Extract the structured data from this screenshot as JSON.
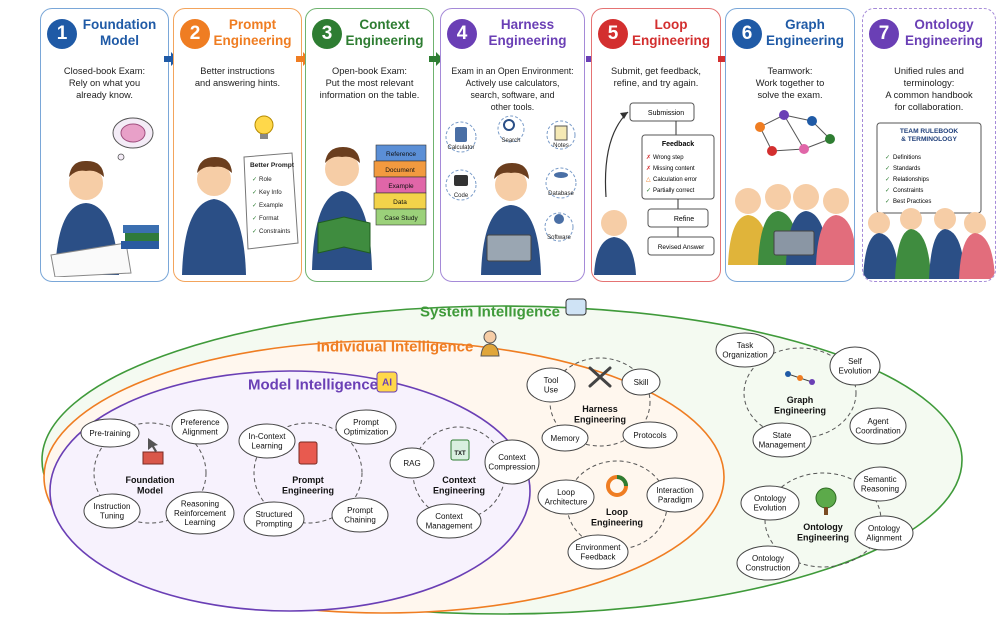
{
  "panels": [
    {
      "num": "1",
      "title": "Foundation\nModel",
      "desc": "Closed-book Exam:\nRely on what you\nalready know.",
      "color": "#1f5aa6"
    },
    {
      "num": "2",
      "title": "Prompt\nEngineering",
      "desc": "Better instructions\nand answering hints.",
      "color": "#ef7d22",
      "card_title": "Better Prompt",
      "card_items": [
        "Role",
        "Key Info",
        "Example",
        "Format",
        "Constraints"
      ]
    },
    {
      "num": "3",
      "title": "Context\nEngineering",
      "desc": "Open-book Exam:\nPut the most relevant\ninformation on the table.",
      "color": "#2e7d32",
      "books": [
        "Reference",
        "Document",
        "Example",
        "Data",
        "Case Study"
      ]
    },
    {
      "num": "4",
      "title": "Harness\nEngineering",
      "desc": "Exam in an Open Environment:\nActively use calculators,\nsearch, software, and\nother tools.",
      "color": "#6a3fb5",
      "tools": [
        "Calculator",
        "Search",
        "Notes",
        "Code",
        "Database",
        "Software"
      ]
    },
    {
      "num": "5",
      "title": "Loop\nEngineering",
      "desc": "Submit, get feedback,\nrefine, and try again.",
      "color": "#d32f2f",
      "submission": "Submission",
      "feedback_title": "Feedback",
      "feedback_items": [
        "Wrong step",
        "Missing content",
        "Calculation error",
        "Partially correct"
      ],
      "refine": "Refine",
      "revised": "Revised Answer"
    },
    {
      "num": "6",
      "title": "Graph\nEngineering",
      "desc": "Teamwork:\nWork together to\nsolve the exam.",
      "color": "#1f5aa6"
    },
    {
      "num": "7",
      "title": "Ontology\nEngineering",
      "desc": "Unified rules and\nterminology:\nA common handbook\nfor collaboration.",
      "color": "#6a3fb5",
      "rulebook_title": "TEAM RULEBOOK\n& TERMINOLOGY",
      "rulebook_items": [
        "Definitions",
        "Standards",
        "Relationships",
        "Constraints",
        "Best Practices"
      ]
    }
  ],
  "bottom": {
    "system_label": "System Intelligence",
    "individual_label": "Individual Intelligence",
    "model_label": "Model Intelligence",
    "ai_badge": "AI",
    "foundation": {
      "center": "Foundation\nModel",
      "nodes": [
        "Pre-training",
        "Preference\nAlignment",
        "Reasoning\nReinforcement\nLearning",
        "Instruction\nTuning"
      ]
    },
    "prompt": {
      "center": "Prompt\nEngineering",
      "nodes": [
        "In-Context\nLearning",
        "Prompt\nOptimization",
        "Prompt\nChaining",
        "Structured\nPrompting"
      ]
    },
    "context": {
      "center": "Context\nEngineering",
      "icon_text": "TXT",
      "nodes": [
        "RAG",
        "Context\nCompression",
        "Context\nManagement"
      ]
    },
    "harness": {
      "center": "Harness\nEngineering",
      "nodes": [
        "Tool\nUse",
        "Skill",
        "Protocols",
        "Memory"
      ]
    },
    "loop": {
      "center": "Loop\nEngineering",
      "nodes": [
        "Loop\nArchitecture",
        "Interaction\nParadigm",
        "Environment\nFeedback"
      ]
    },
    "graph": {
      "center": "Graph\nEngineering",
      "nodes": [
        "Task\nOrganization",
        "Self\nEvolution",
        "Agent\nCoordination",
        "State\nManagement"
      ]
    },
    "ontology": {
      "center": "Ontology\nEngineering",
      "nodes": [
        "Ontology\nEvolution",
        "Semantic\nReasoning",
        "Ontology\nAlignment",
        "Ontology\nConstruction"
      ]
    }
  },
  "colors": {
    "system": "#3f9a3a",
    "individual": "#ef7d22",
    "model": "#6a3fb5"
  }
}
